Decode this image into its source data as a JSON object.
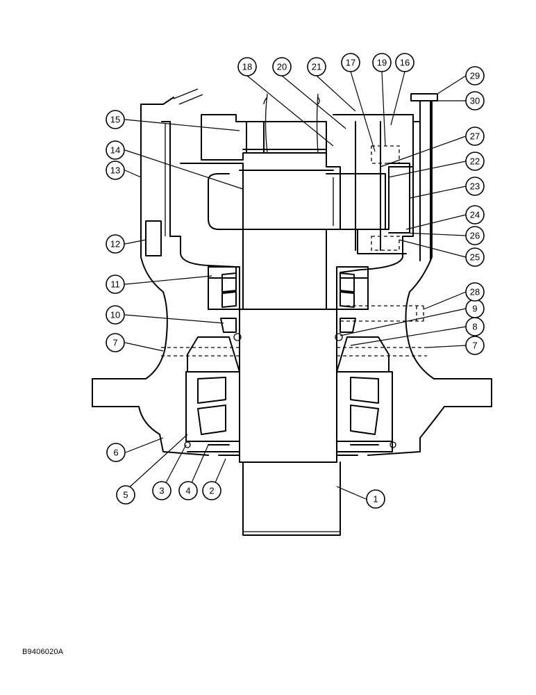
{
  "figure_code": "B9406020A",
  "callouts": [
    "1",
    "2",
    "3",
    "4",
    "5",
    "6",
    "7",
    "7",
    "8",
    "9",
    "10",
    "11",
    "12",
    "13",
    "14",
    "15",
    "16",
    "17",
    "18",
    "19",
    "20",
    "21",
    "22",
    "23",
    "24",
    "25",
    "26",
    "27",
    "28",
    "29",
    "30"
  ]
}
